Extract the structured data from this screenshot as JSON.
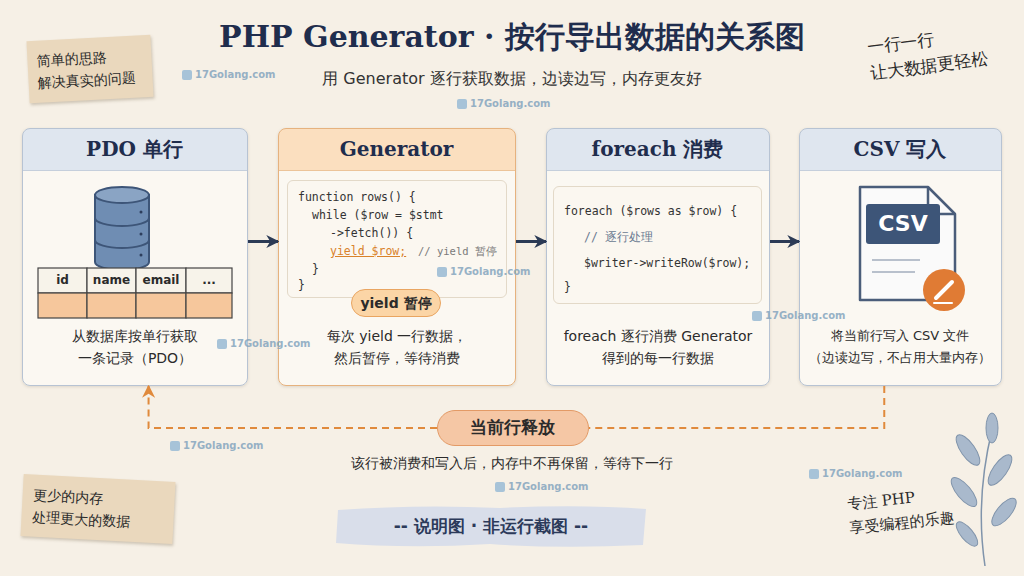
{
  "diagram": {
    "title": "PHP Generator · 按行导出数据的关系图",
    "caption": "-- 说明图 · 非运行截图 --",
    "nodes": [
      {
        "text": [
          "简单的思路 解决真实的问题"
        ]
      },
      {
        "text": [
          "PDO 单行",
          "从数据库按单行获取 一条记录（PDO）"
        ]
      },
      {
        "text": [
          "Generator",
          "每次 yield 一行数据， 然后暂停，等待消费"
        ]
      },
      {
        "text": [
          "function rows() {",
          "while ($row = $stmt",
          "->fetch()) {",
          "yield $row;",
          "// yield 暂停",
          "}",
          "}"
        ],
        "in": 2
      },
      {
        "text": [
          "yield 暂停"
        ],
        "in": 2
      },
      {
        "text": [
          "foreach 消费",
          "foreach 逐行消费 Generator 得到的每一行数据"
        ]
      },
      {
        "text": [
          "foreach ($rows as $row) {",
          "// 逐行处理",
          "$writer->writeRow($row);",
          "}"
        ],
        "in": 5
      },
      {
        "text": [
          "CSV 写入",
          "将当前行写入 CSV 文件 （边读边写，不占用大量内存）"
        ]
      },
      {
        "text": [
          "当前行释放"
        ]
      },
      {
        "text": [
          "更少的内存 处理更大的数据"
        ]
      }
    ],
    "edges": [
      {
        "from": 1,
        "to": 2,
        "arrow": "to"
      },
      {
        "from": 2,
        "to": 5,
        "arrow": "to"
      },
      {
        "from": 5,
        "to": 7,
        "arrow": "to"
      },
      {
        "from": 7,
        "to": 8,
        "arrow": "none"
      },
      {
        "from": 8,
        "to": 1,
        "arrow": "to"
      }
    ],
    "labels": [
      "用 Generator 逐行获取数据，边读边写，内存更友好",
      "一行一行 让大数据更轻松",
      "专注 PHP 享受编程的乐趣",
      "id",
      "name",
      "email",
      "...",
      "CSV",
      "该行被消费和写入后，内存中不再保留，等待下一行",
      "17Golang.com",
      "17Golang.com",
      "17Golang.com",
      "17Golang.com",
      "17Golang.com",
      "17Golang.com",
      "17Golang.com",
      "17Golang.com"
    ]
  }
}
